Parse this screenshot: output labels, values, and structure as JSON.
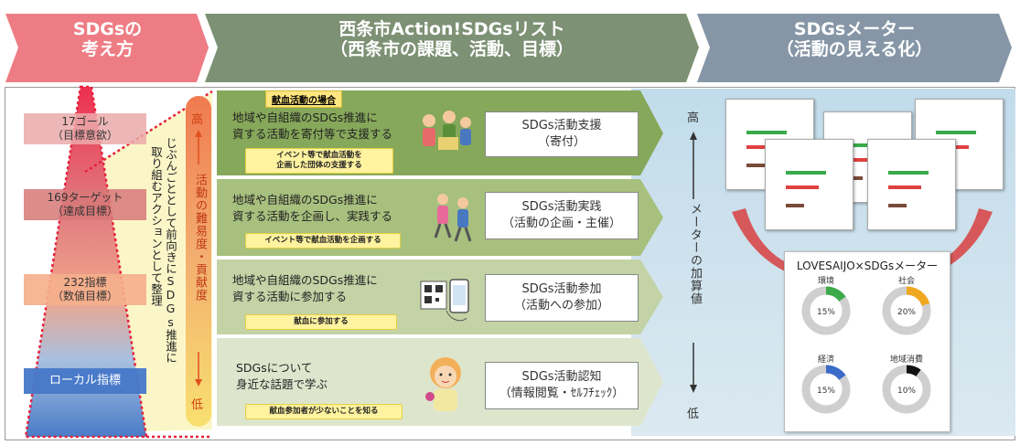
{
  "headers": {
    "left": {
      "line1": "SDGsの",
      "line2": "考え方"
    },
    "middle": {
      "line1": "西条市Action!SDGsリスト",
      "line2": "（西条市の課題、活動、目標）"
    },
    "right": {
      "line1": "SDGsメーター",
      "line2": "（活動の見える化）"
    }
  },
  "pyramid": {
    "levels": [
      {
        "line1": "17ゴール",
        "line2": "（目標意欲）"
      },
      {
        "line1": "169ターゲット",
        "line2": "（達成目標）"
      },
      {
        "line1": "232指標",
        "line2": "（数値目標）"
      },
      {
        "line1": "ローカル指標",
        "line2": ""
      }
    ],
    "vertical_caption_1": "じぶんごととして前向きにSDGs推進に",
    "vertical_caption_2": "取り組むアクションとして整理"
  },
  "difficulty_scale": {
    "top": "高",
    "middle": "活動の難易度・貢献度",
    "bottom": "低"
  },
  "example_tag": "献血活動の場合",
  "rows": [
    {
      "line1": "地域や自組織のSDGs推進に",
      "line2": "資する活動を寄付等で支援する",
      "tag_line1": "イベント等で献血活動を",
      "tag_line2": "企画した団体の支援する",
      "result_line1": "SDGs活動支援",
      "result_line2": "（寄付）",
      "icon": "donation-people-icon"
    },
    {
      "line1": "地域や自組織のSDGs推進に",
      "line2": "資する活動を企画し、実践する",
      "tag_line1": "イベント等で献血活動を企画する",
      "tag_line2": "",
      "result_line1": "SDGs活動実践",
      "result_line2": "（活動の企画・主催）",
      "icon": "running-people-icon"
    },
    {
      "line1": "地域や自組織のSDGs推進に",
      "line2": "資する活動に参加する",
      "tag_line1": "献血に参加する",
      "tag_line2": "",
      "result_line1": "SDGs活動参加",
      "result_line2": "（活動への参加）",
      "icon": "smartphone-qr-icon"
    },
    {
      "line1": "SDGsについて",
      "line2": "身近な話題で学ぶ",
      "tag_line1": "献血参加者が少ないことを知る",
      "tag_line2": "",
      "result_line1": "SDGs活動認知",
      "result_line2": "（情報閲覧・ｾﾙﾌﾁｪｯｸ）",
      "icon": "learning-person-icon"
    }
  ],
  "meter_scale": {
    "top": "高",
    "middle": "メーターの加算値",
    "bottom": "低"
  },
  "meter_panel": {
    "title": "LOVESAIJO×SDGsメーター",
    "gauges": [
      {
        "label": "環境",
        "value_label": "15%",
        "value": 15,
        "color": "#3aaa4a"
      },
      {
        "label": "社会",
        "value_label": "20%",
        "value": 20,
        "color": "#f0a820"
      },
      {
        "label": "経済",
        "value_label": "15%",
        "value": 15,
        "color": "#3a6cc8"
      },
      {
        "label": "地域消費",
        "value_label": "10%",
        "value": 10,
        "color": "#111111"
      }
    ]
  },
  "colors": {
    "left_header": "#ee7c84",
    "middle_header": "#7d9174",
    "right_header": "#8696a6",
    "row_dark": "#86a85a",
    "row_light": "#d6e0c4",
    "meter_bg": "#c8e0ec"
  }
}
